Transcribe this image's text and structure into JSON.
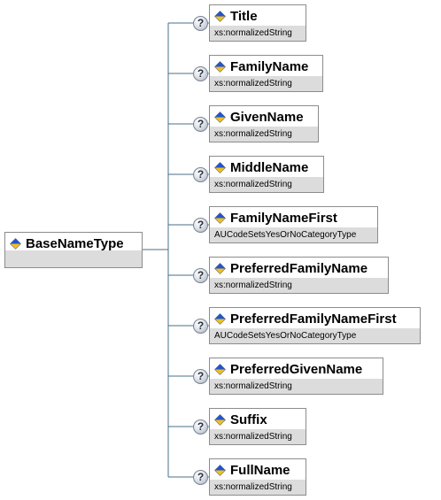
{
  "root": {
    "name": "BaseNameType"
  },
  "children": [
    {
      "name": "Title",
      "type": "xs:normalizedString"
    },
    {
      "name": "FamilyName",
      "type": "xs:normalizedString"
    },
    {
      "name": "GivenName",
      "type": "xs:normalizedString"
    },
    {
      "name": "MiddleName",
      "type": "xs:normalizedString"
    },
    {
      "name": "FamilyNameFirst",
      "type": "AUCodeSetsYesOrNoCategoryType"
    },
    {
      "name": "PreferredFamilyName",
      "type": "xs:normalizedString"
    },
    {
      "name": "PreferredFamilyNameFirst",
      "type": "AUCodeSetsYesOrNoCategoryType"
    },
    {
      "name": "PreferredGivenName",
      "type": "xs:normalizedString"
    },
    {
      "name": "Suffix",
      "type": "xs:normalizedString"
    },
    {
      "name": "FullName",
      "type": "xs:normalizedString"
    }
  ],
  "optional_marker": "?",
  "colors": {
    "connector": "#4a6f8a",
    "type_band": "#dcdcdc",
    "border": "#8c8c8c",
    "diamond_blue": "#2255cc",
    "diamond_yellow": "#f0c020"
  },
  "icons": {
    "element": "element-diamond-icon",
    "optional": "optional-question-icon"
  }
}
